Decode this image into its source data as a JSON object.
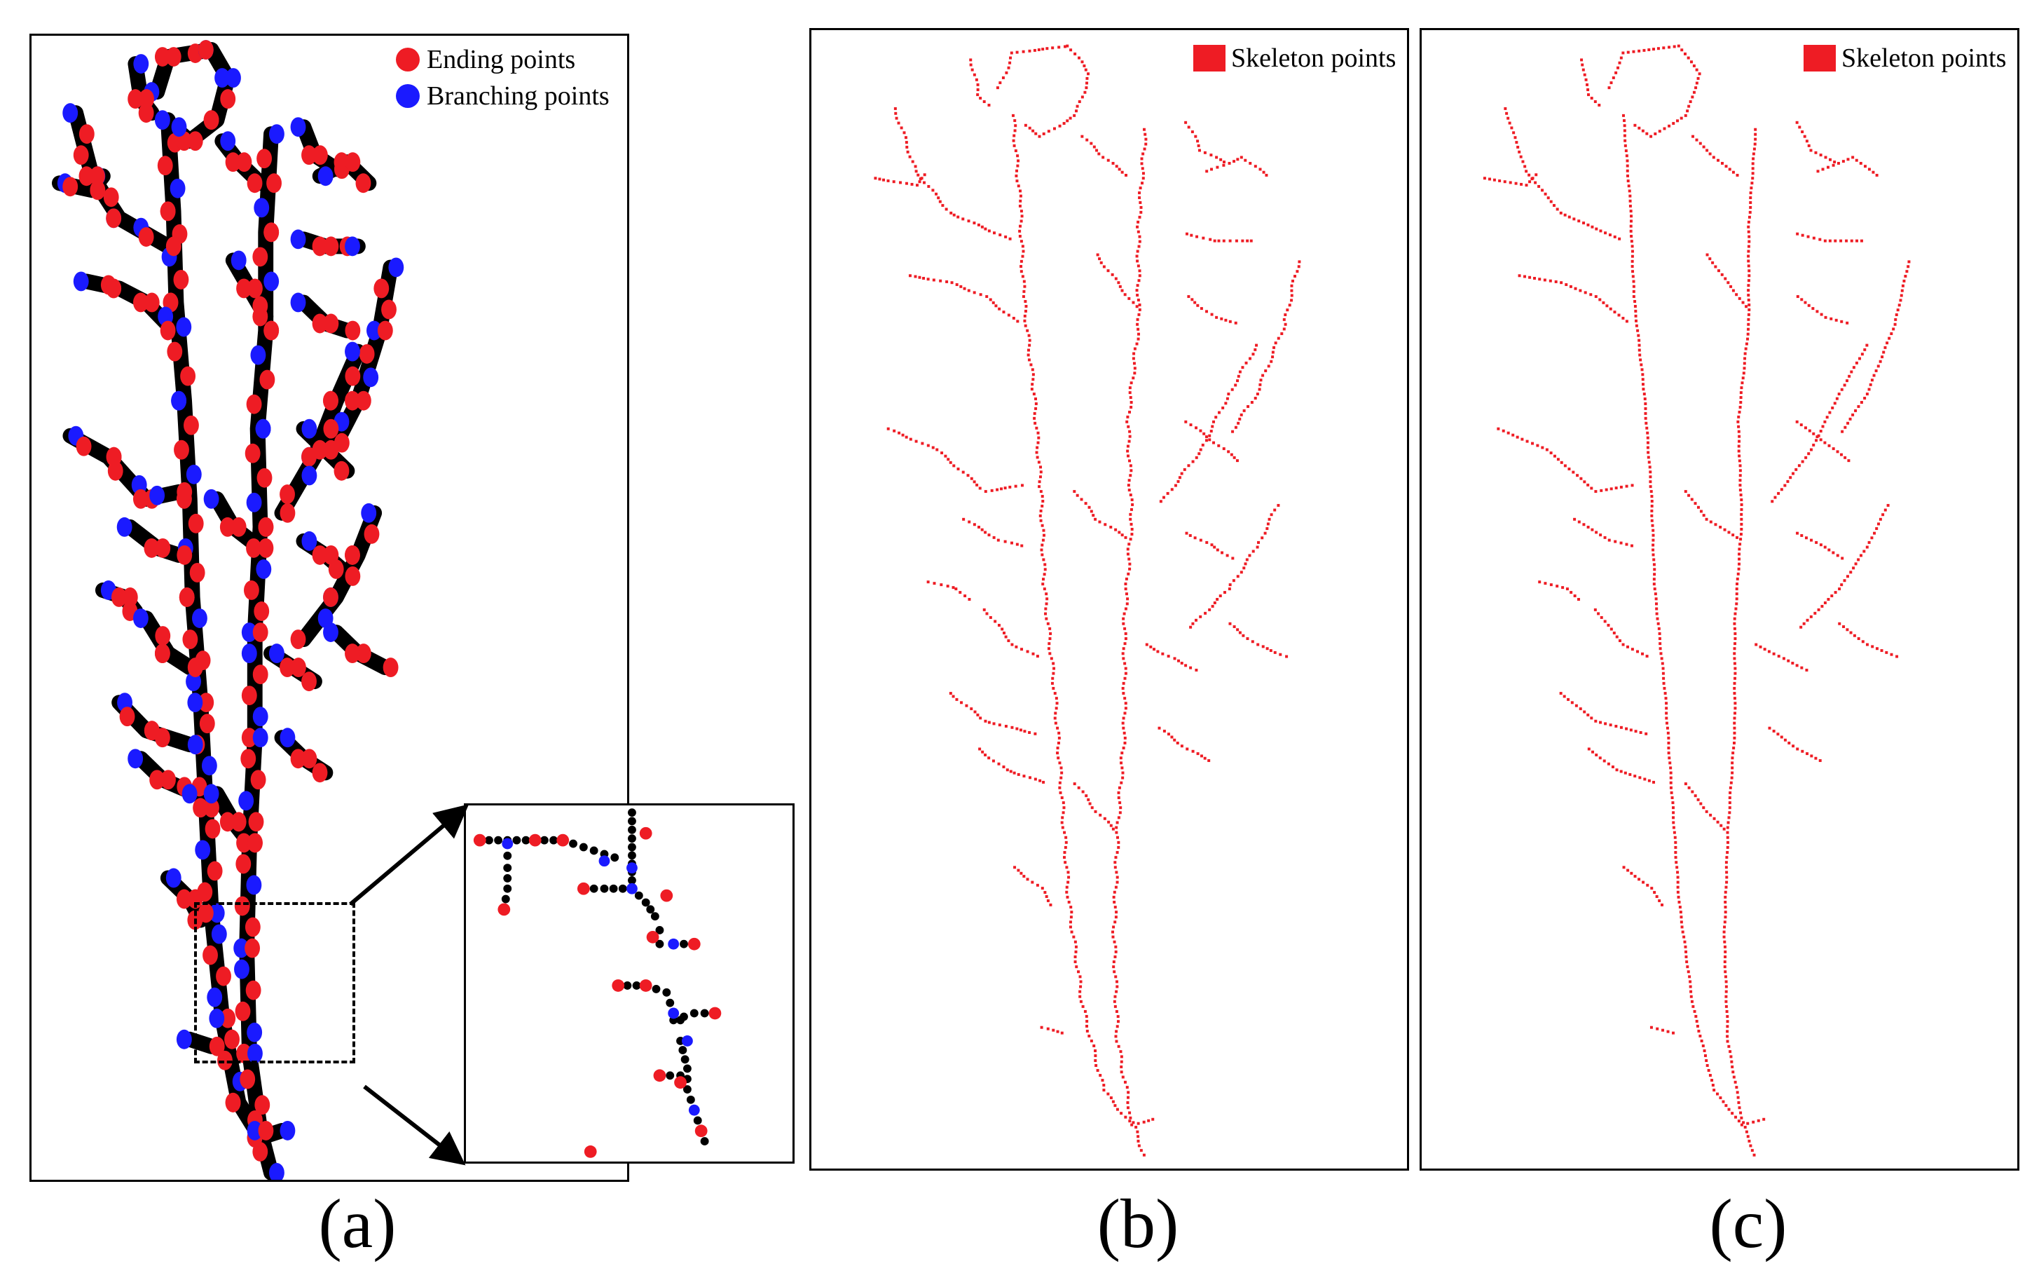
{
  "panels": [
    {
      "caption": "(a)",
      "legend": [
        {
          "label": "Ending points",
          "color": "#ee1c24",
          "shape": "circle"
        },
        {
          "label": "Branching points",
          "color": "#1a1aff",
          "shape": "circle"
        }
      ]
    },
    {
      "caption": "(b)",
      "legend": [
        {
          "label": "Skeleton points",
          "color": "#ee1c24",
          "shape": "square"
        }
      ]
    },
    {
      "caption": "(c)",
      "legend": [
        {
          "label": "Skeleton points",
          "color": "#ee1c24",
          "shape": "square"
        }
      ]
    }
  ],
  "colors": {
    "ending": "#ee1c24",
    "branching": "#1a1aff",
    "skeleton": "#ee1c24",
    "link": "#000000"
  }
}
